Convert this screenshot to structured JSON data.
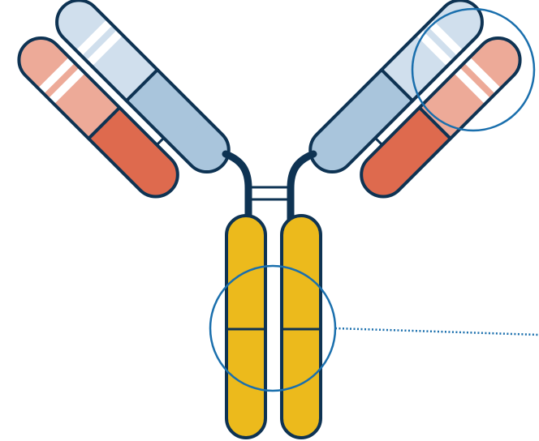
{
  "diagram": {
    "subject": "antibody-structure",
    "colors": {
      "outline": "#0e3353",
      "light_chain_variable": "#edaa98",
      "light_chain_constant": "#de6a4e",
      "heavy_chain_variable": "#d0dfed",
      "heavy_chain_constant": "#a9c5dc",
      "fc_region": "#ecba1c",
      "highlight_ring": "#1a6fad",
      "cdr_band": "#ffffff"
    },
    "callouts": [
      {
        "name": "variable-region-callout",
        "target": "antigen-binding-site"
      },
      {
        "name": "fc-region-callout",
        "target": "fc-domain-junction",
        "leader_line": "dotted"
      }
    ]
  }
}
